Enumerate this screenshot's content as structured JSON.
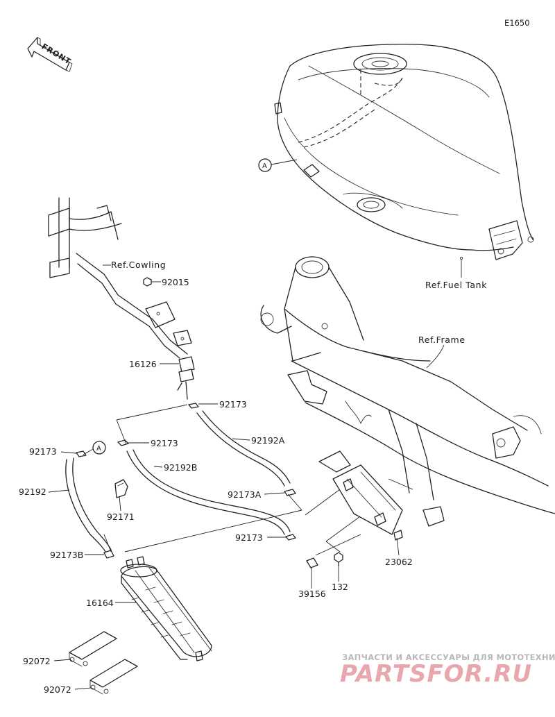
{
  "diagram_code": "E1650",
  "front_indicator": "FRONT",
  "callout_a": "A",
  "references": {
    "cowling": "Ref.Cowling",
    "fuel_tank": "Ref.Fuel Tank",
    "frame": "Ref.Frame"
  },
  "parts": {
    "p92015": "92015",
    "p16126": "16126",
    "p92173_top": "92173",
    "p92173_mid": "92173",
    "p92173_left": "92173",
    "p92192A": "92192A",
    "p92192B": "92192B",
    "p92192": "92192",
    "p92171": "92171",
    "p92173A": "92173A",
    "p92173_low": "92173",
    "p92173B": "92173B",
    "p16164": "16164",
    "p23062": "23062",
    "p39156": "39156",
    "p132": "132",
    "p92072_a": "92072",
    "p92072_b": "92072"
  },
  "watermark": {
    "tagline": "ЗАПЧАСТИ И АКСЕССУАРЫ ДЛЯ МОТОТЕХНИКИ",
    "brand": "PARTSFOR.RU"
  }
}
